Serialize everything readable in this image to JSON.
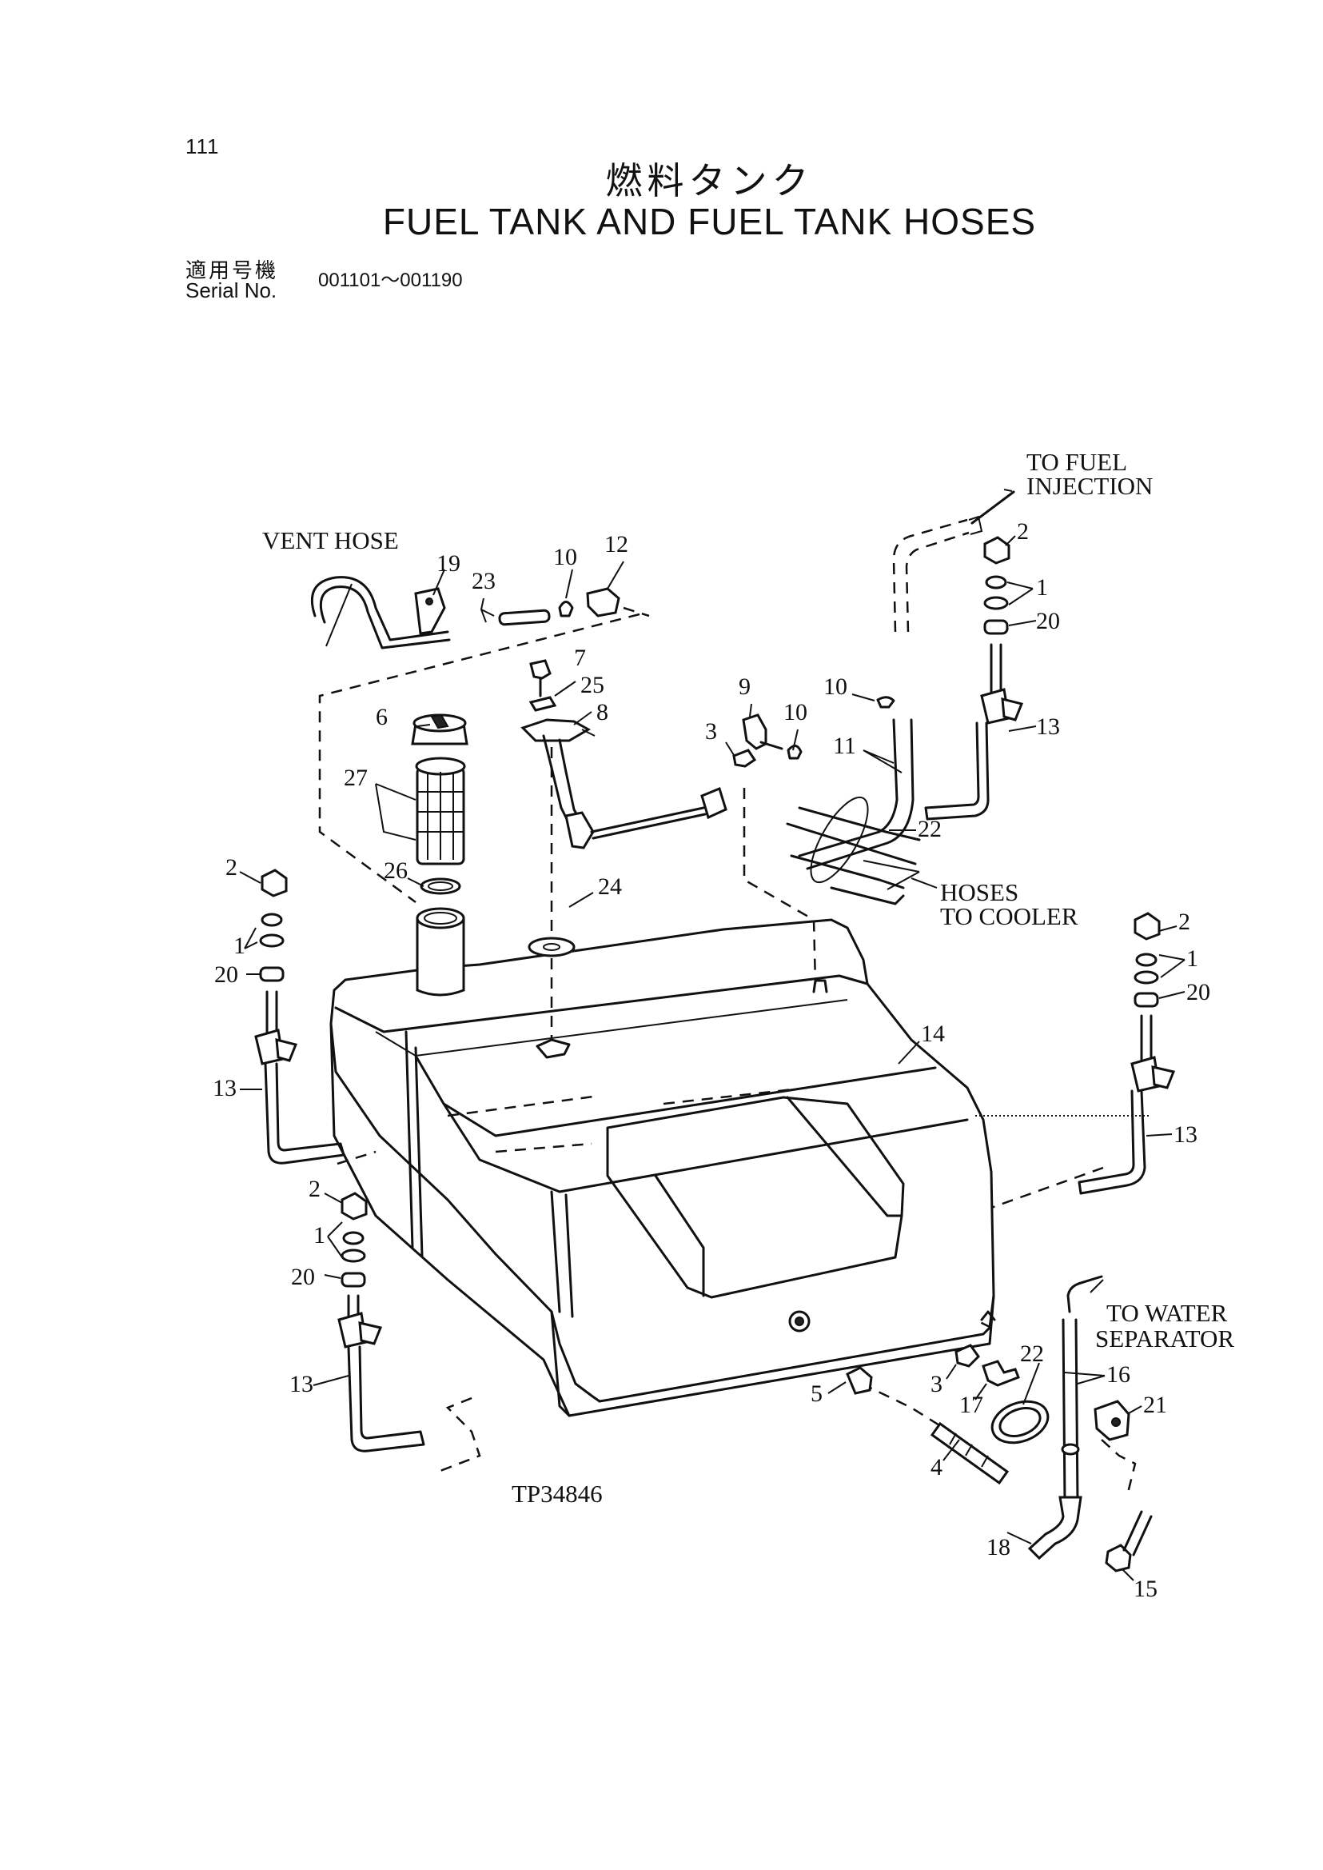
{
  "header": {
    "page_number": "111",
    "title_jp": "燃料タンク",
    "title_en": "FUEL TANK AND FUEL TANK HOSES",
    "serial_label_jp": "適用号機",
    "serial_label_en": "Serial No.",
    "serial_range": "001101～001190"
  },
  "diagram": {
    "drawing_number": "TP34846",
    "notes": {
      "vent_hose": "VENT HOSE",
      "to_fuel_1": "TO FUEL",
      "to_fuel_2": "INJECTION",
      "hoses_1": "HOSES",
      "hoses_2": "TO COOLER",
      "water_1": "TO WATER",
      "water_2": "SEPARATOR"
    },
    "callouts": {
      "c19": "19",
      "c23": "23",
      "c10a": "10",
      "c12": "12",
      "c7": "7",
      "c25": "25",
      "c8": "8",
      "c6": "6",
      "c27": "27",
      "c26": "26",
      "c24": "24",
      "c9": "9",
      "c10b": "10",
      "c10c": "10",
      "c3a": "3",
      "c11": "11",
      "c22a": "22",
      "c2a": "2",
      "c1a": "1",
      "c20a": "20",
      "c13a": "13",
      "c2b": "2",
      "c1b": "1",
      "c20b": "20",
      "c13b": "13",
      "c14": "14",
      "c2c": "2",
      "c1c": "1",
      "c20c": "20",
      "c13c": "13",
      "c2d": "2",
      "c1d": "1",
      "c20d": "20",
      "c13d": "13",
      "c5": "5",
      "c3b": "3",
      "c17": "17",
      "c22b": "22",
      "c16": "16",
      "c21": "21",
      "c4": "4",
      "c18": "18",
      "c15": "15"
    }
  }
}
